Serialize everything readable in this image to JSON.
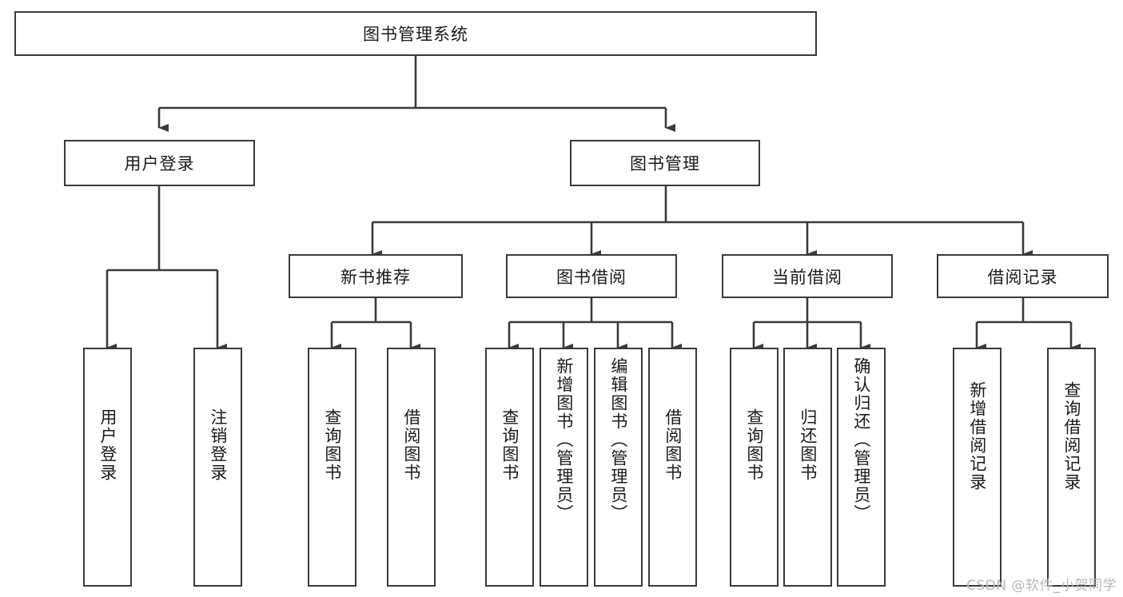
{
  "diagram": {
    "type": "hierarchy-tree",
    "title": "图书管理系统",
    "watermark": "CSDN @软件_小贺同学",
    "colors": {
      "background": "#ffffff",
      "box_border": "#3a3a3a",
      "box_fill": "#ffffff",
      "connector": "#3a3a3a",
      "text": "#1a1a1a",
      "watermark": "#b9b9b9"
    },
    "root": {
      "label": "图书管理系统"
    },
    "level2": [
      {
        "label": "用户登录"
      },
      {
        "label": "图书管理"
      }
    ],
    "level3": [
      {
        "label": "新书推荐"
      },
      {
        "label": "图书借阅"
      },
      {
        "label": "当前借阅"
      },
      {
        "label": "借阅记录"
      }
    ],
    "leaves": {
      "user_login": [
        {
          "label": "用户登录"
        },
        {
          "label": "注销登录"
        }
      ],
      "new_book": [
        {
          "label": "查询图书"
        },
        {
          "label": "借阅图书"
        }
      ],
      "borrow_book": [
        {
          "label": "查询图书"
        },
        {
          "label": "新增图书（管理员）"
        },
        {
          "label": "编辑图书（管理员）"
        },
        {
          "label": "借阅图书"
        }
      ],
      "current_borrow": [
        {
          "label": "查询图书"
        },
        {
          "label": "归还图书"
        },
        {
          "label": "确认归还（管理员）"
        }
      ],
      "borrow_record": [
        {
          "label": "新增借阅记录"
        },
        {
          "label": "查询借阅记录"
        }
      ]
    }
  }
}
